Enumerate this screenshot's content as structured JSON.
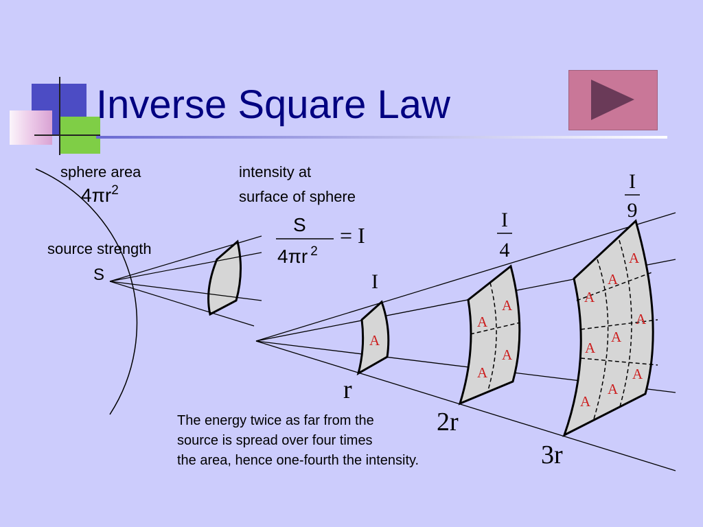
{
  "slide": {
    "title": "Inverse Square Law",
    "colors": {
      "background": "#ccccfc",
      "title": "#000080",
      "play_button": "#c97798"
    },
    "play_button": {
      "icon": "play-triangle-icon"
    }
  },
  "diagram": {
    "sphere_area": {
      "label": "sphere area",
      "formula_base": "4πr",
      "formula_exp": "2"
    },
    "intensity_label": {
      "line1": "intensity at",
      "line2": "surface of sphere"
    },
    "equation": {
      "numerator": "S",
      "denominator_base": "4πr",
      "denominator_exp": "2",
      "rhs": "= I"
    },
    "source": {
      "label": "source strength",
      "symbol": "S"
    },
    "intensities": {
      "at_r": "I",
      "at_2r_num": "I",
      "at_2r_den": "4",
      "at_3r_num": "I",
      "at_3r_den": "9"
    },
    "distances": {
      "r": "r",
      "r2": "2r",
      "r3": "3r"
    },
    "area_cell": "A",
    "caption": {
      "line1": "The energy twice as far from the",
      "line2": "source is spread over four times",
      "line3": "the area, hence one-fourth the intensity."
    }
  }
}
